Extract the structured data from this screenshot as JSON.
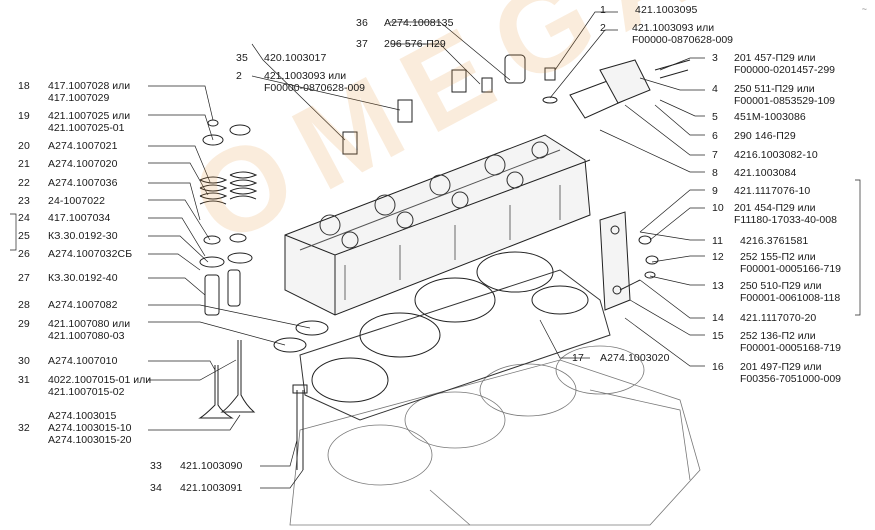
{
  "watermark": "OMEGA",
  "corner_mark": "~",
  "callouts": [
    {
      "num": "1",
      "part": "421.1003095"
    },
    {
      "num": "2",
      "part": "421.1003093 или\nF00000-0870628-009"
    },
    {
      "num": "3",
      "part": "201 457-П29 или\nF00000-0201457-299"
    },
    {
      "num": "4",
      "part": "250 511-П29 или\nF00001-0853529-109"
    },
    {
      "num": "5",
      "part": "451М-1003086"
    },
    {
      "num": "6",
      "part": "290 146-П29"
    },
    {
      "num": "7",
      "part": "4216.1003082-10"
    },
    {
      "num": "8",
      "part": "421.1003084"
    },
    {
      "num": "9",
      "part": "421.1117076-10"
    },
    {
      "num": "10",
      "part": "201 454-П29 или\nF11180-17033-40-008"
    },
    {
      "num": "11",
      "part": "4216.3761581"
    },
    {
      "num": "12",
      "part": "252 155-П2 или\nF00001-0005166-719"
    },
    {
      "num": "13",
      "part": "250 510-П29 или\nF00001-0061008-118"
    },
    {
      "num": "14",
      "part": "421.1117070-20"
    },
    {
      "num": "15",
      "part": "252 136-П2 или\nF00001-0005168-719"
    },
    {
      "num": "16",
      "part": "201 497-П29 или\nF00356-7051000-009"
    },
    {
      "num": "17",
      "part": "А274.1003020"
    },
    {
      "num": "18",
      "part": "417.1007028 или\n417.1007029"
    },
    {
      "num": "19",
      "part": "421.1007025 или\n421.1007025-01"
    },
    {
      "num": "20",
      "part": "А274.1007021"
    },
    {
      "num": "21",
      "part": "А274.1007020"
    },
    {
      "num": "22",
      "part": "А274.1007036"
    },
    {
      "num": "23",
      "part": "24-1007022"
    },
    {
      "num": "24",
      "part": "417.1007034"
    },
    {
      "num": "25",
      "part": "КЗ.30.0192-30"
    },
    {
      "num": "26",
      "part": "А274.1007032СБ"
    },
    {
      "num": "27",
      "part": "КЗ.30.0192-40"
    },
    {
      "num": "28",
      "part": "А274.1007082"
    },
    {
      "num": "29",
      "part": "421.1007080 или\n421.1007080-03"
    },
    {
      "num": "30",
      "part": "А274.1007010"
    },
    {
      "num": "31",
      "part": "4022.1007015-01 или\n421.1007015-02"
    },
    {
      "num": "32",
      "part": "А274.1003015\nА274.1003015-10\nА274.1003015-20"
    },
    {
      "num": "33",
      "part": "421.1003090"
    },
    {
      "num": "34",
      "part": "421.1003091"
    },
    {
      "num": "35",
      "part": "420.1003017"
    },
    {
      "num": "2",
      "part": "421.1003093 или\nF00000-0870628-009"
    },
    {
      "num": "36",
      "part": "А274.1008135"
    },
    {
      "num": "37",
      "part": "296 576-П29"
    }
  ]
}
